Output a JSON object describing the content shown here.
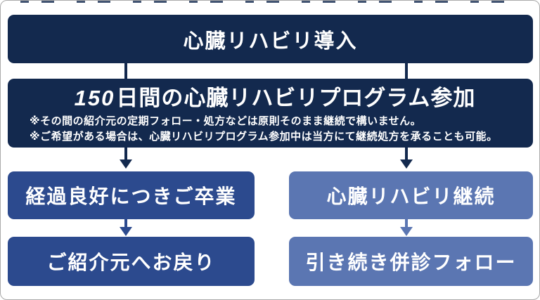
{
  "diagram": {
    "type": "flowchart",
    "background_color": "#ffffff",
    "border_color": "#a9a9a9",
    "colors": {
      "dark_navy": "#13294e",
      "medium_blue": "#2c4a8e",
      "light_blue": "#5b76b2",
      "text": "#ffffff"
    },
    "nodes": {
      "intro": {
        "label": "心臓リハビリ導入"
      },
      "program": {
        "title_number": "150",
        "title_rest": "日間の心臓リハビリプログラム参加",
        "notes": [
          "※その間の紹介元の定期フォロー・処方などは原則そのまま継続で構いません。",
          "※ご希望がある場合は、心臓リハビリプログラム参加中は当方にて継続処方を承ることも可能。"
        ]
      },
      "graduation": {
        "label": "経過良好につきご卒業"
      },
      "rehab_continue": {
        "label": "心臓リハビリ継続"
      },
      "return_referrer": {
        "label": "ご紹介元へお戻り"
      },
      "follow_up": {
        "label": "引き続き併診フォロー"
      }
    },
    "edges": [
      {
        "from": "intro",
        "to": "program",
        "style": "line",
        "color": "#13294e"
      },
      {
        "from": "intro",
        "to": "program",
        "style": "line",
        "color": "#13294e"
      },
      {
        "from": "program",
        "to": "graduation",
        "style": "arrow",
        "color": "#13294e"
      },
      {
        "from": "program",
        "to": "rehab_continue",
        "style": "arrow",
        "color": "#13294e"
      },
      {
        "from": "graduation",
        "to": "return_referrer",
        "style": "arrow",
        "color": "#2c4a8e"
      },
      {
        "from": "rehab_continue",
        "to": "follow_up",
        "style": "arrow",
        "color": "#5b76b2"
      }
    ]
  }
}
